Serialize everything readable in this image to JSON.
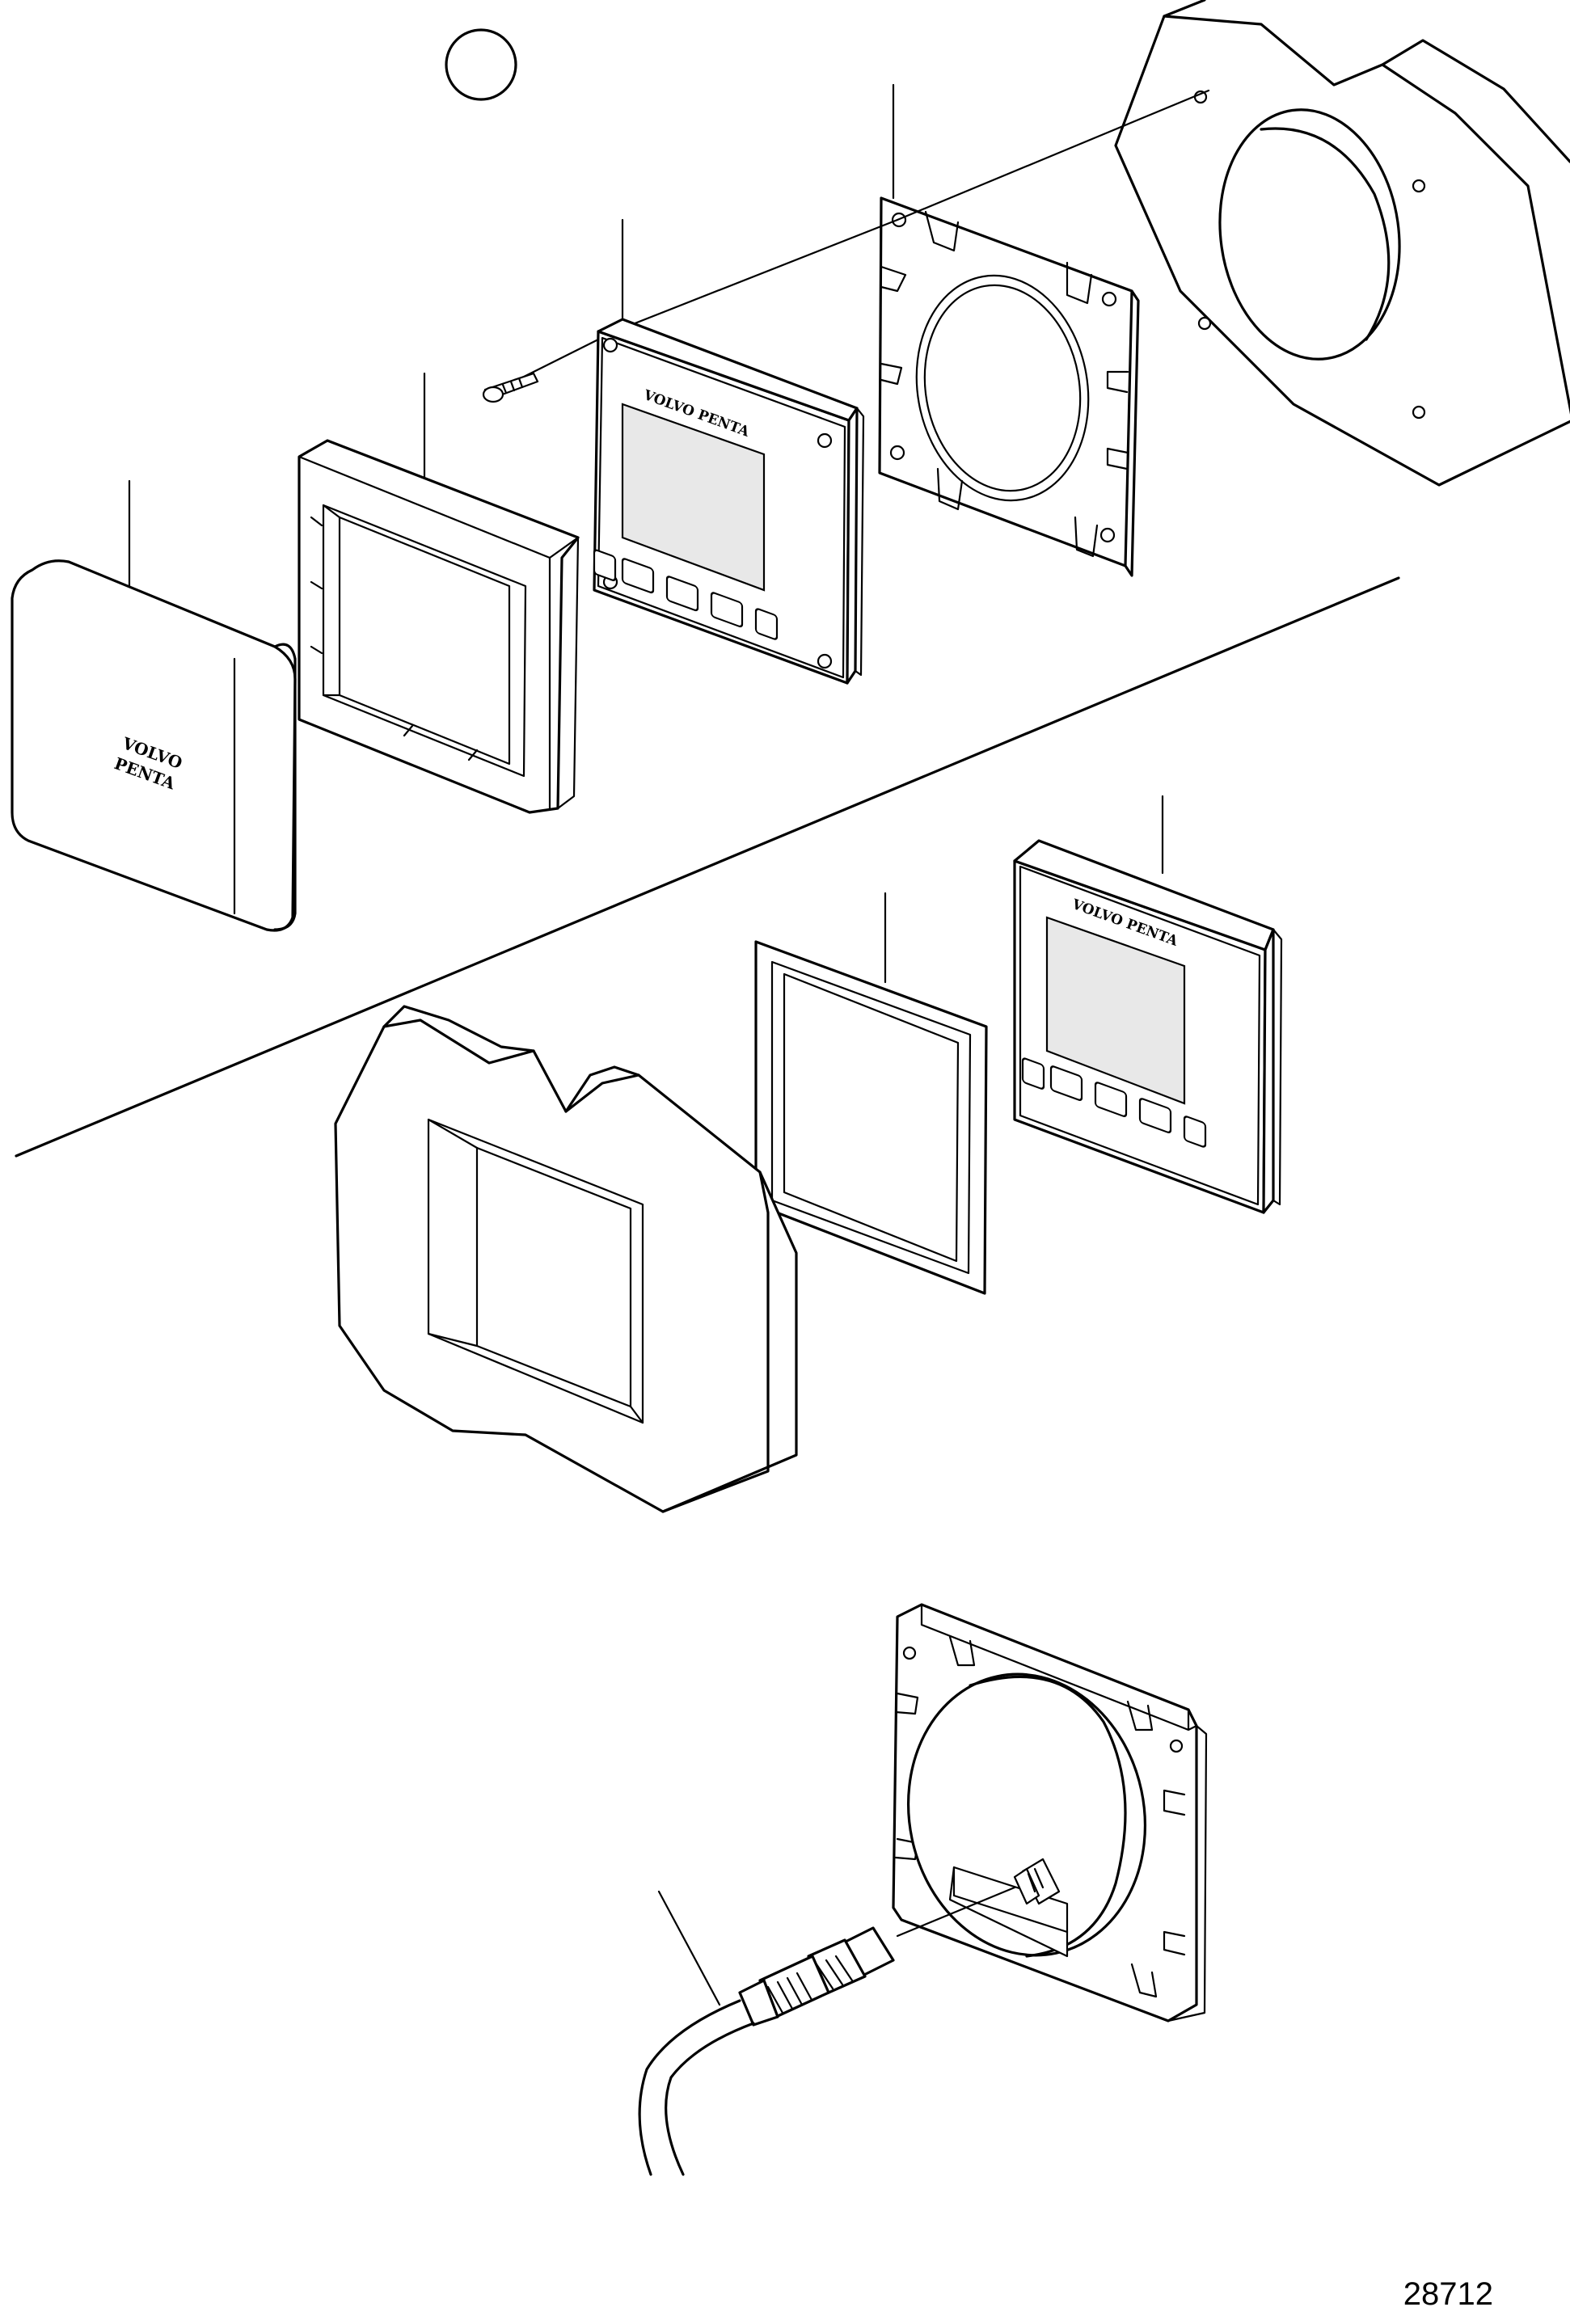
{
  "figure": {
    "number": "28712"
  },
  "brand": {
    "line1": "VOLVO",
    "line2": "PENTA",
    "display_logo": "VOLVO PENTA"
  },
  "colors": {
    "stroke": "#000000",
    "background": "#ffffff",
    "screen": "#e8e8e8"
  },
  "icons": [
    "circle-marker-icon",
    "screw-icon",
    "connector-icon"
  ]
}
